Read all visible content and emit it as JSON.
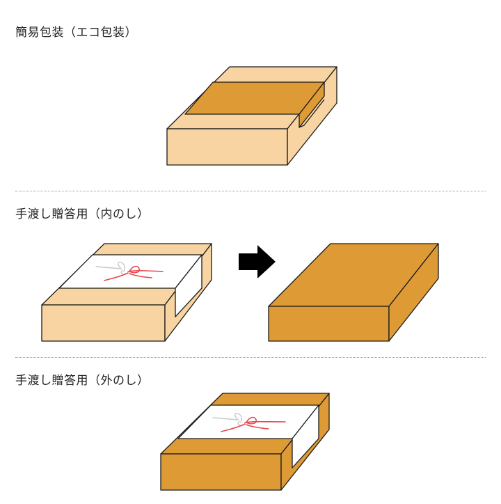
{
  "sections": [
    {
      "title": "簡易包装（エコ包装）"
    },
    {
      "title": "手渡し贈答用（内のし）"
    },
    {
      "title": "手渡し贈答用（外のし）"
    }
  ],
  "colors": {
    "light_box": "#F7D4A2",
    "dark_box": "#DE9A35",
    "outline": "#1a1a1a",
    "paper": "#ffffff",
    "mizuhiki_red": "#e8484f",
    "mizuhiki_white": "#c8c8c8",
    "arrow": "#000000"
  },
  "icons": {
    "arrow": "right-arrow-icon"
  }
}
